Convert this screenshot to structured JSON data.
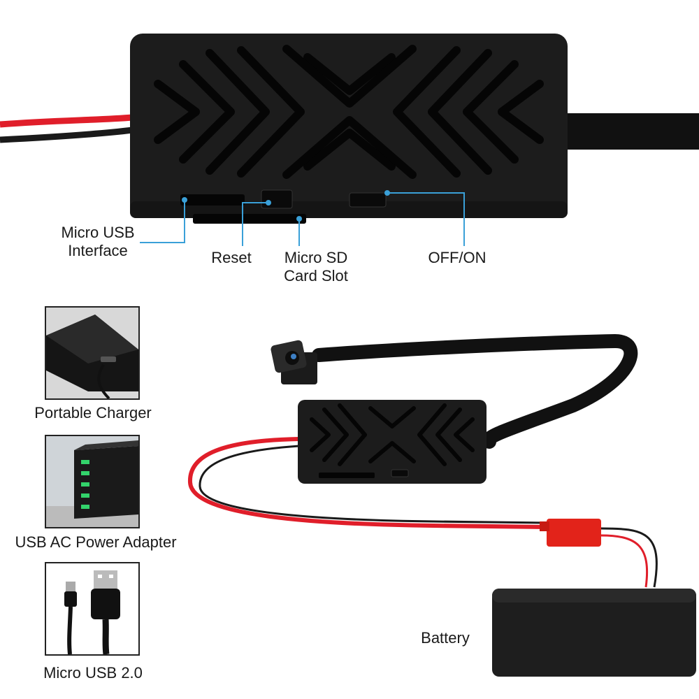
{
  "callouts": {
    "micro_usb": [
      "Micro USB",
      "Interface"
    ],
    "reset": "Reset",
    "sd_slot": [
      "Micro SD",
      "Card Slot"
    ],
    "off_on": "OFF/ON"
  },
  "power_options": [
    {
      "caption": "Portable Charger",
      "icon": "portable-charger-icon"
    },
    {
      "caption": "USB AC Power Adapter",
      "icon": "usb-ac-adapter-icon"
    },
    {
      "caption": "Micro USB 2.0",
      "icon": "micro-usb-cable-icon"
    }
  ],
  "battery_label": "Battery",
  "colors": {
    "callout_line": "#3aa0d8",
    "device": "#1c1c1c",
    "wire_red": "#e01e2a"
  }
}
